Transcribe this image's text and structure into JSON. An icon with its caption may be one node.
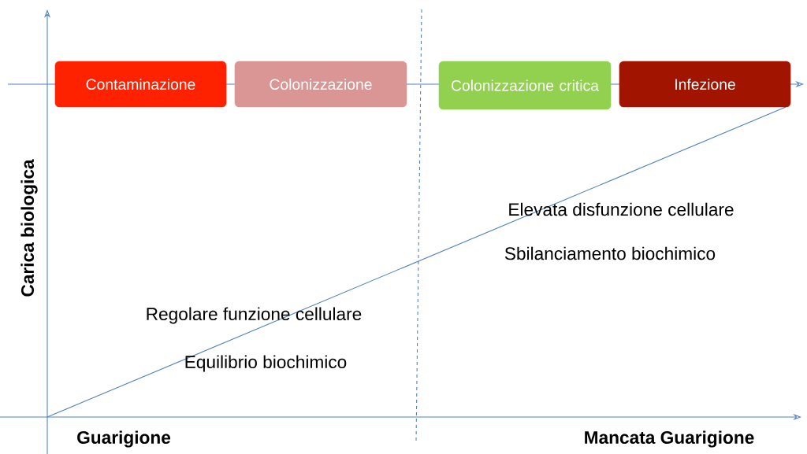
{
  "diagram": {
    "nodes": [
      {
        "text": [
          "Contaminazione"
        ]
      },
      {
        "text": [
          "Colonizzazione"
        ]
      },
      {
        "text": [
          "Colonizzazione critica"
        ]
      },
      {
        "text": [
          "Infezione"
        ]
      }
    ],
    "labels": [
      "Carica biologica",
      "Elevata disfunzione cellulare",
      "Sbilanciamento biochimico",
      "Regolare funzione cellulare",
      "Equilibrio biochimico",
      "Guarigione",
      "Mancata Guarigione"
    ]
  }
}
